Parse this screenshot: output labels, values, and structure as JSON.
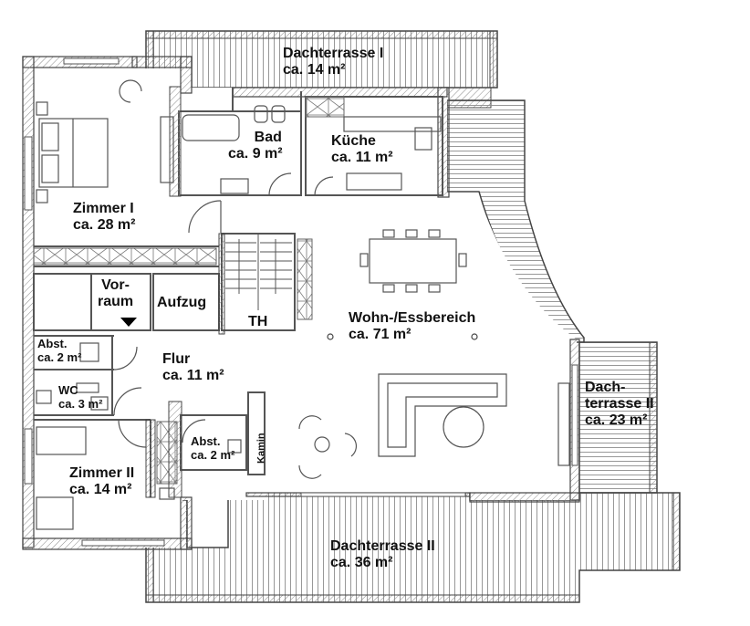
{
  "colors": {
    "wall": "#555555",
    "hatch": "#9a9a9a",
    "line": "#666666",
    "stair_arrow": "#000000"
  },
  "rooms": {
    "dachterrasse_1": {
      "name": "Dachterrasse I",
      "area": "ca. 14 m²"
    },
    "bad": {
      "name": "Bad",
      "area": "ca. 9 m²"
    },
    "kueche": {
      "name": "Küche",
      "area": "ca. 11 m²"
    },
    "zimmer_1": {
      "name": "Zimmer I",
      "area": "ca. 28 m²"
    },
    "vorraum": {
      "name_line1": "Vor-",
      "name_line2": "raum"
    },
    "aufzug": {
      "name": "Aufzug"
    },
    "th": {
      "name": "TH"
    },
    "wohn": {
      "name": "Wohn-/Essbereich",
      "area": "ca. 71 m²"
    },
    "abst_1": {
      "name": "Abst.",
      "area": "ca. 2 m²"
    },
    "flur": {
      "name": "Flur",
      "area": "ca. 11 m²"
    },
    "wc": {
      "name": "WC",
      "area": "ca. 3 m²"
    },
    "zimmer_2": {
      "name": "Zimmer II",
      "area": "ca. 14 m²"
    },
    "abst_2": {
      "name": "Abst.",
      "area": "ca. 2 m²"
    },
    "kamin": {
      "name": "Kamin"
    },
    "dachterrasse_2_side": {
      "name_line1": "Dach-",
      "name_line2": "terrasse II",
      "area": "ca. 23 m²"
    },
    "dachterrasse_2_bottom": {
      "name": "Dachterrasse II",
      "area": "ca. 36 m²"
    }
  }
}
